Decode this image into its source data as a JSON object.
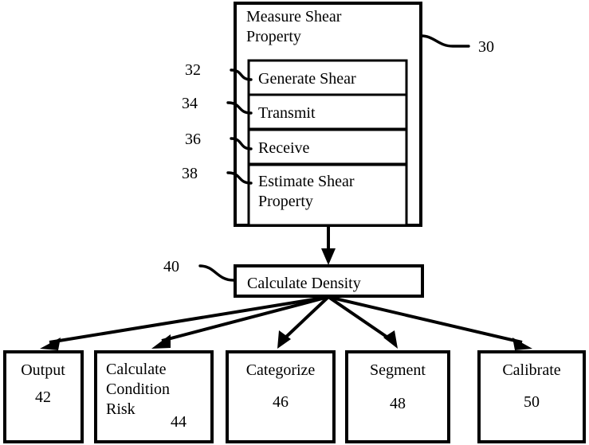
{
  "figure": {
    "type": "flowchart",
    "title": "Measure Shear Property process flow",
    "background_color": "#ffffff",
    "line_color": "#000000",
    "text_color": "#000000"
  },
  "outer_container": {
    "label": "Measure Shear Property",
    "ref": "30"
  },
  "steps": [
    {
      "label": "Generate Shear",
      "ref": "32"
    },
    {
      "label": "Transmit",
      "ref": "34"
    },
    {
      "label": "Receive",
      "ref": "36"
    },
    {
      "label": "Estimate Shear Property",
      "ref": "38"
    }
  ],
  "middle_node": {
    "label": "Calculate Density",
    "ref": "40"
  },
  "outputs": [
    {
      "label": "Output",
      "ref": "42"
    },
    {
      "label": "Calculate Condition Risk",
      "ref": "44"
    },
    {
      "label": "Categorize",
      "ref": "46"
    },
    {
      "label": "Segment",
      "ref": "48"
    },
    {
      "label": "Calibrate",
      "ref": "50"
    }
  ],
  "text_lines": {
    "outer_title_l1": "Measure Shear",
    "outer_title_l2": "Property",
    "step_1": "Generate Shear",
    "step_2": "Transmit",
    "step_3": "Receive",
    "step_4_l1": "Estimate Shear",
    "step_4_l2": "Property",
    "middle": "Calculate Density",
    "out_1_l1": "Output",
    "out_2_l1": "Calculate",
    "out_2_l2": "Condition",
    "out_2_l3": "Risk",
    "out_3_l1": "Categorize",
    "out_4_l1": "Segment",
    "out_5_l1": "Calibrate"
  },
  "ref_numbers": {
    "n30": "30",
    "n32": "32",
    "n34": "34",
    "n36": "36",
    "n38": "38",
    "n40": "40",
    "n42": "42",
    "n44": "44",
    "n46": "46",
    "n48": "48",
    "n50": "50"
  }
}
